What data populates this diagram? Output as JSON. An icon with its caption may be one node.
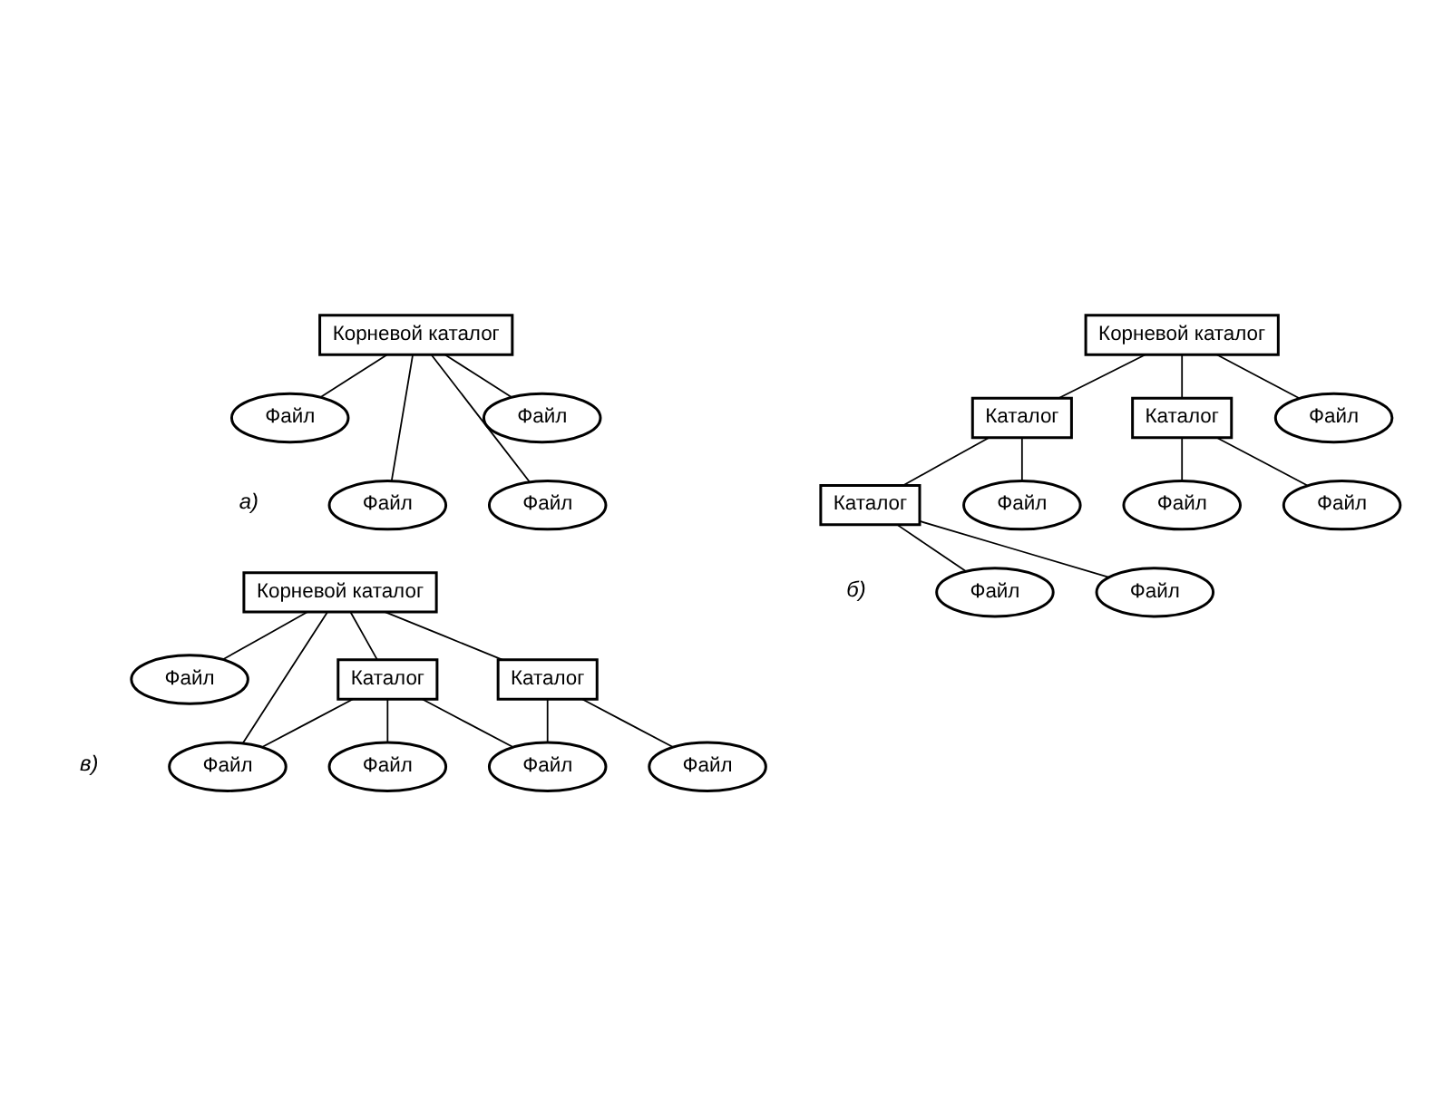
{
  "diagram": {
    "nodes": [
      {
        "text": [
          "Корневой каталог"
        ]
      },
      {
        "text": [
          "Файл"
        ]
      },
      {
        "text": [
          "Файл"
        ]
      },
      {
        "text": [
          "Файл"
        ]
      },
      {
        "text": [
          "Файл"
        ]
      },
      {
        "text": [
          "Корневой каталог"
        ]
      },
      {
        "text": [
          "Каталог"
        ]
      },
      {
        "text": [
          "Каталог"
        ]
      },
      {
        "text": [
          "Файл"
        ]
      },
      {
        "text": [
          "Каталог"
        ]
      },
      {
        "text": [
          "Файл"
        ]
      },
      {
        "text": [
          "Файл"
        ]
      },
      {
        "text": [
          "Файл"
        ]
      },
      {
        "text": [
          "Файл"
        ]
      },
      {
        "text": [
          "Файл"
        ]
      },
      {
        "text": [
          "Корневой каталог"
        ]
      },
      {
        "text": [
          "Файл"
        ]
      },
      {
        "text": [
          "Каталог"
        ]
      },
      {
        "text": [
          "Каталог"
        ]
      },
      {
        "text": [
          "Файл"
        ]
      },
      {
        "text": [
          "Файл"
        ]
      },
      {
        "text": [
          "Файл"
        ]
      },
      {
        "text": [
          "Файл"
        ]
      }
    ],
    "edges": [
      {
        "from": 0,
        "to": 1,
        "arrow": "none"
      },
      {
        "from": 0,
        "to": 3,
        "arrow": "none"
      },
      {
        "from": 0,
        "to": 4,
        "arrow": "none"
      },
      {
        "from": 0,
        "to": 2,
        "arrow": "none"
      },
      {
        "from": 5,
        "to": 6,
        "arrow": "none"
      },
      {
        "from": 5,
        "to": 7,
        "arrow": "none"
      },
      {
        "from": 5,
        "to": 8,
        "arrow": "none"
      },
      {
        "from": 6,
        "to": 9,
        "arrow": "none"
      },
      {
        "from": 6,
        "to": 10,
        "arrow": "none"
      },
      {
        "from": 7,
        "to": 11,
        "arrow": "none"
      },
      {
        "from": 7,
        "to": 12,
        "arrow": "none"
      },
      {
        "from": 9,
        "to": 13,
        "arrow": "none"
      },
      {
        "from": 9,
        "to": 14,
        "arrow": "none"
      },
      {
        "from": 15,
        "to": 16,
        "arrow": "none"
      },
      {
        "from": 15,
        "to": 19,
        "arrow": "none"
      },
      {
        "from": 15,
        "to": 17,
        "arrow": "none"
      },
      {
        "from": 15,
        "to": 18,
        "arrow": "none"
      },
      {
        "from": 17,
        "to": 19,
        "arrow": "none"
      },
      {
        "from": 17,
        "to": 22,
        "arrow": "none"
      },
      {
        "from": 17,
        "to": 20,
        "arrow": "none"
      },
      {
        "from": 18,
        "to": 20,
        "arrow": "none"
      },
      {
        "from": 18,
        "to": 21,
        "arrow": "none"
      }
    ],
    "labels": [
      "а)",
      "б)",
      "в)"
    ]
  }
}
